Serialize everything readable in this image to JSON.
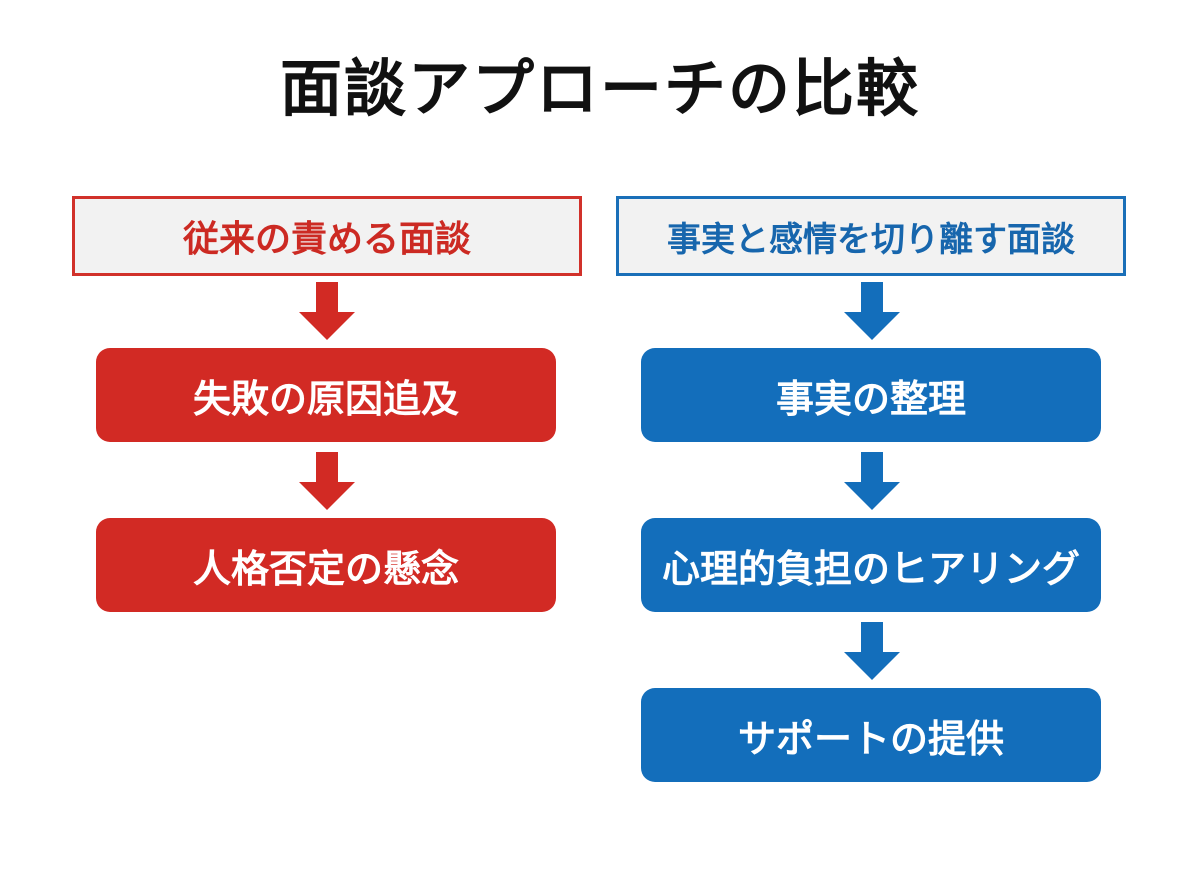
{
  "title": "面談アプローチの比較",
  "left": {
    "header": "従来の責める面談",
    "steps": [
      "失敗の原因追及",
      "人格否定の懸念"
    ],
    "color": "#d22a24"
  },
  "right": {
    "header": "事実と感情を切り離す面談",
    "steps": [
      "事実の整理",
      "心理的負担のヒアリング",
      "サポートの提供"
    ],
    "color": "#136ebb"
  }
}
